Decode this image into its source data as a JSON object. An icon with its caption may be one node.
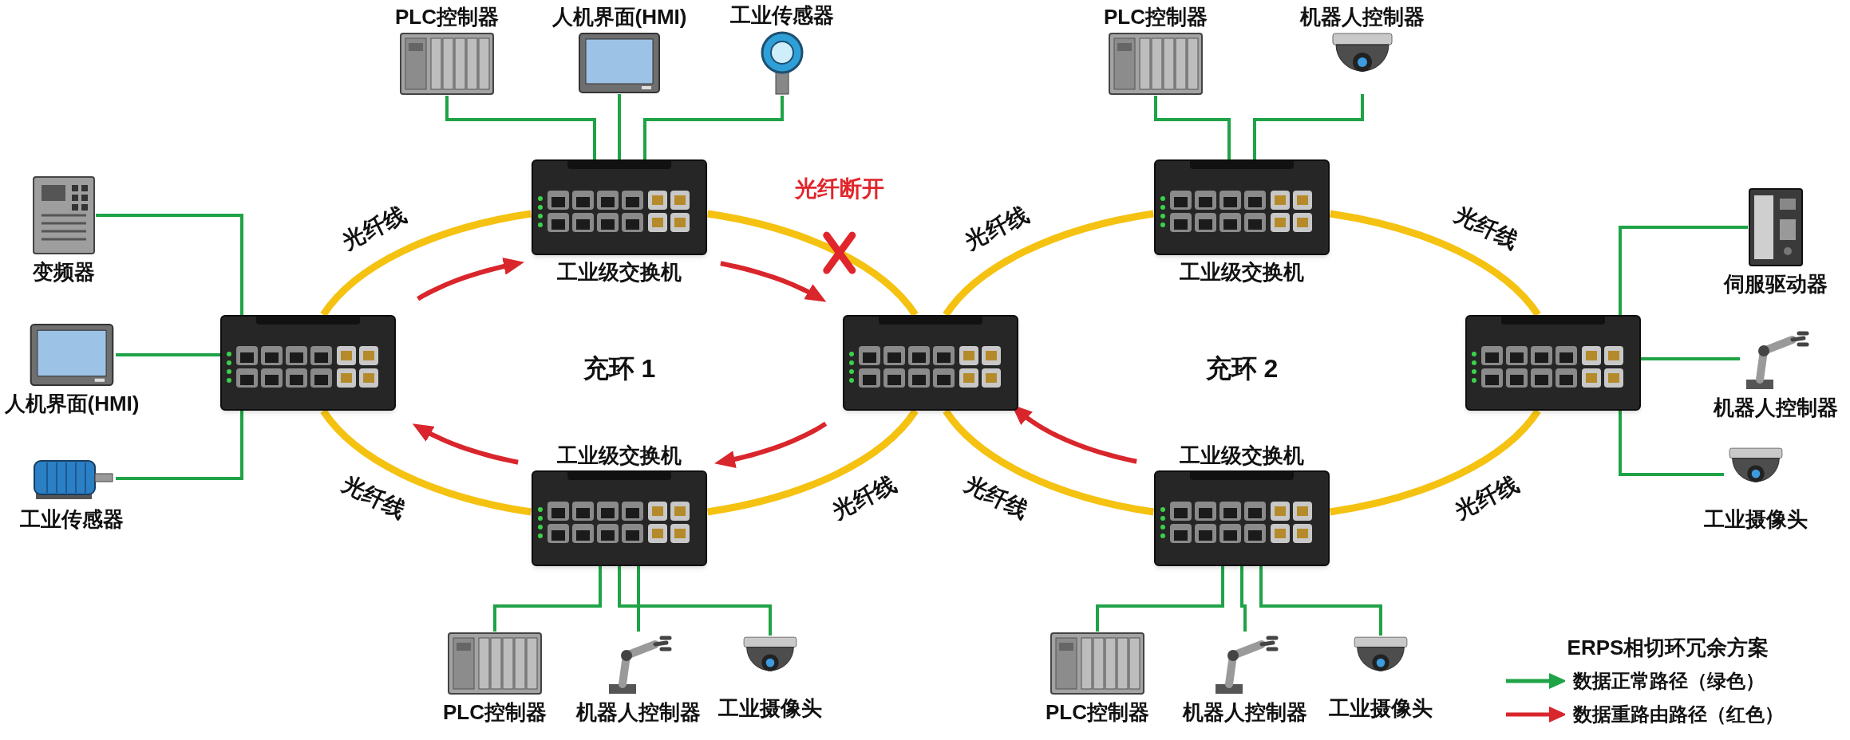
{
  "diagram": {
    "nodes": [
      {
        "text": [],
        "shape": "picture",
        "beside": [
          "PLC控制器"
        ]
      },
      {
        "text": [],
        "shape": "picture",
        "beside": [
          "人机界面(HMI)"
        ]
      },
      {
        "text": [],
        "shape": "picture",
        "beside": [
          "工业传感器"
        ]
      },
      {
        "text": [],
        "shape": "picture",
        "beside": [
          "PLC控制器"
        ]
      },
      {
        "text": [],
        "shape": "picture",
        "beside": [
          "机器人控制器"
        ]
      },
      {
        "text": [],
        "shape": "picture",
        "beside": [
          "工业级交换机"
        ]
      },
      {
        "text": [],
        "shape": "picture",
        "beside": [
          "工业级交换机"
        ]
      },
      {
        "text": [],
        "shape": "picture",
        "beside": [
          "变频器"
        ]
      },
      {
        "text": [],
        "shape": "picture",
        "beside": [
          "人机界面(HMI)"
        ]
      },
      {
        "text": [],
        "shape": "picture",
        "beside": [
          "工业传感器"
        ]
      },
      {
        "text": [],
        "shape": "picture"
      },
      {
        "text": [],
        "shape": "picture"
      },
      {
        "text": [],
        "shape": "picture"
      },
      {
        "text": [],
        "shape": "picture",
        "beside": [
          "伺服驱动器"
        ]
      },
      {
        "text": [],
        "shape": "picture",
        "beside": [
          "机器人控制器"
        ]
      },
      {
        "text": [],
        "shape": "picture",
        "beside": [
          "工业摄像头"
        ]
      },
      {
        "text": [],
        "shape": "picture",
        "beside": [
          "工业级交换机"
        ]
      },
      {
        "text": [],
        "shape": "picture",
        "beside": [
          "工业级交换机"
        ]
      },
      {
        "text": [],
        "shape": "picture",
        "beside": [
          "PLC控制器"
        ]
      },
      {
        "text": [],
        "shape": "picture",
        "beside": [
          "机器人控制器"
        ]
      },
      {
        "text": [],
        "shape": "picture",
        "beside": [
          "工业摄像头"
        ]
      },
      {
        "text": [],
        "shape": "picture",
        "beside": [
          "PLC控制器"
        ]
      },
      {
        "text": [],
        "shape": "picture",
        "beside": [
          "机器人控制器"
        ]
      },
      {
        "text": [],
        "shape": "picture",
        "beside": [
          "工业摄像头"
        ]
      }
    ],
    "edges": [
      {
        "from": 0,
        "to": 5,
        "arrow": "none"
      },
      {
        "from": 1,
        "to": 5,
        "arrow": "none"
      },
      {
        "from": 2,
        "to": 5,
        "arrow": "none"
      },
      {
        "from": 3,
        "to": 6,
        "arrow": "none"
      },
      {
        "from": 4,
        "to": 6,
        "arrow": "none"
      },
      {
        "from": 7,
        "to": 10,
        "arrow": "none"
      },
      {
        "from": 8,
        "to": 10,
        "arrow": "none"
      },
      {
        "from": 9,
        "to": 10,
        "arrow": "none"
      },
      {
        "from": 13,
        "to": 12,
        "arrow": "none"
      },
      {
        "from": 14,
        "to": 12,
        "arrow": "none"
      },
      {
        "from": 15,
        "to": 12,
        "arrow": "none"
      },
      {
        "from": 18,
        "to": 16,
        "arrow": "none"
      },
      {
        "from": 19,
        "to": 16,
        "arrow": "none"
      },
      {
        "from": 20,
        "to": 16,
        "arrow": "none"
      },
      {
        "from": 21,
        "to": 17,
        "arrow": "none"
      },
      {
        "from": 22,
        "to": 17,
        "arrow": "none"
      },
      {
        "from": 23,
        "to": 17,
        "arrow": "none"
      },
      {
        "from": 10,
        "to": 5,
        "arrow": "none",
        "label": "光纤线",
        "style": "thick",
        "color": "#f5c211"
      },
      {
        "from": 5,
        "to": 11,
        "arrow": "none",
        "label": "光纤断开",
        "style": "thick",
        "color": "#f5c211"
      },
      {
        "from": 11,
        "to": 16,
        "arrow": "none",
        "label": "光纤线",
        "style": "thick",
        "color": "#f5c211"
      },
      {
        "from": 16,
        "to": 10,
        "arrow": "none",
        "label": "光纤线",
        "style": "thick",
        "color": "#f5c211"
      },
      {
        "from": 11,
        "to": 6,
        "arrow": "none",
        "label": "光纤线",
        "style": "thick",
        "color": "#f5c211"
      },
      {
        "from": 6,
        "to": 12,
        "arrow": "none",
        "label": "光纤线",
        "style": "thick",
        "color": "#f5c211"
      },
      {
        "from": 12,
        "to": 17,
        "arrow": "none",
        "label": "光纤线",
        "style": "thick",
        "color": "#f5c211"
      },
      {
        "from": 17,
        "to": 11,
        "arrow": "none",
        "label": "光纤线",
        "style": "thick",
        "color": "#f5c211"
      }
    ],
    "labels": [
      "充环 1",
      "充环 2",
      "ERPS相切环冗余方案"
    ],
    "legend": [
      {
        "text": "数据正常路径（绿色）"
      },
      {
        "text": "数据重路由路径（红色）"
      }
    ]
  }
}
